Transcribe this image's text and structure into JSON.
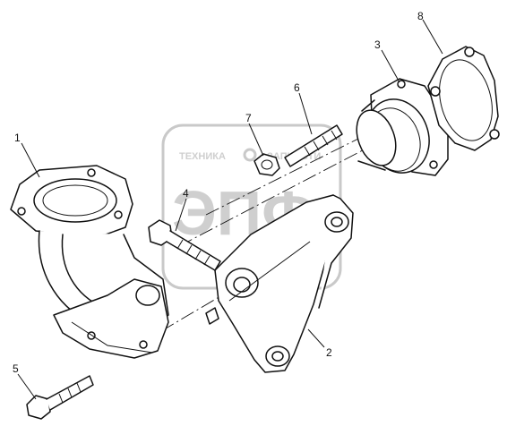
{
  "callouts": [
    {
      "id": "1",
      "label": "1"
    },
    {
      "id": "2",
      "label": "2"
    },
    {
      "id": "3",
      "label": "3"
    },
    {
      "id": "4",
      "label": "4"
    },
    {
      "id": "5",
      "label": "5"
    },
    {
      "id": "6",
      "label": "6"
    },
    {
      "id": "7",
      "label": "7"
    },
    {
      "id": "8",
      "label": "8"
    }
  ],
  "watermark": {
    "line1_left": "ТЕХНИКА",
    "line1_right": "ЗАПЧАСТИ",
    "logo": "ЭПФ"
  },
  "colors": {
    "line": "#111111",
    "watermark": "#c9c9c9",
    "background": "#ffffff"
  }
}
